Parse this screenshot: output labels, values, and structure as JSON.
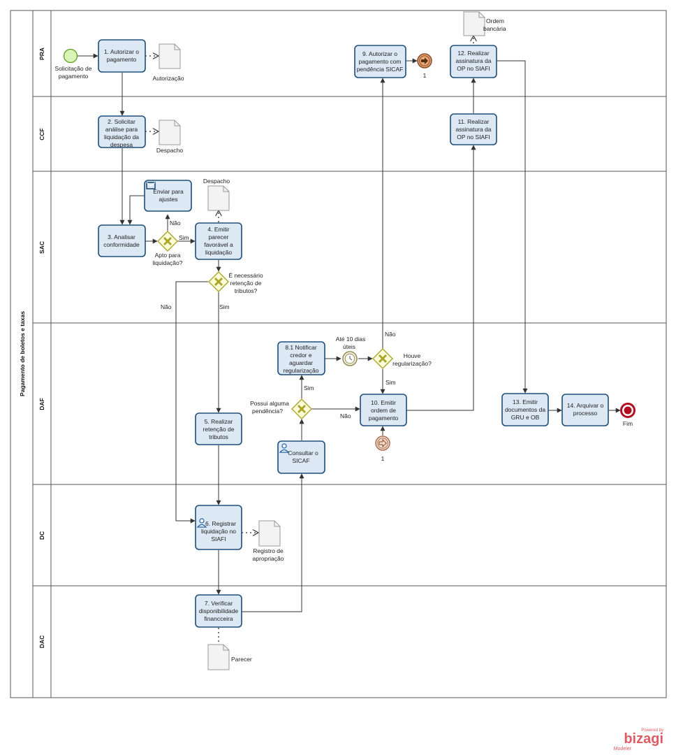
{
  "pool": {
    "label": "Pagamento de boletos e taxas"
  },
  "lanes": [
    {
      "id": "pra",
      "label": "PRA"
    },
    {
      "id": "ccf",
      "label": "CCF"
    },
    {
      "id": "sac",
      "label": "SAC"
    },
    {
      "id": "daf",
      "label": "DAF"
    },
    {
      "id": "dc",
      "label": "DC"
    },
    {
      "id": "dac",
      "label": "DAC"
    }
  ],
  "start_event": {
    "label": [
      "Solicitação de",
      "pagamento"
    ]
  },
  "end_event": {
    "label": "Fim"
  },
  "tasks": {
    "t1": [
      "1. Autorizar o",
      "pagamento"
    ],
    "t2": [
      "2. Solicitar",
      "análise para",
      "liquidação da",
      "despesa"
    ],
    "t3": [
      "3. Analisar",
      "conformidade"
    ],
    "t_enviar": [
      "Enviar para",
      "ajustes"
    ],
    "t4": [
      "4. Emitir",
      "parecer",
      "favorável a",
      "liquidação"
    ],
    "t5": [
      "5. Realizar",
      "retenção de",
      "tributos"
    ],
    "t6": [
      "6. Registrar",
      "liquidação no",
      "SIAFI"
    ],
    "t7": [
      "7. Verificar",
      "disponibilidade",
      "financceira"
    ],
    "t_consultar": [
      "Consultar o",
      "SICAF"
    ],
    "t81": [
      "8.1 Notificar",
      "credor e",
      "aguardar",
      "regularização"
    ],
    "t9": [
      "9. Autorizar o",
      "pagamento com",
      "pendência SICAF"
    ],
    "t10": [
      "10. Emitir",
      "ordem de",
      "pagamento"
    ],
    "t11": [
      "11. Realizar",
      "assinatura da",
      "OP no SIAFI"
    ],
    "t12": [
      "12. Realizar",
      "assinatura da",
      "OP no SIAFI"
    ],
    "t13": [
      "13.  Emitir",
      "documentos da",
      "GRU e OB"
    ],
    "t14": [
      "14. Arquivar o",
      "processo"
    ]
  },
  "documents": {
    "autorizacao": "Autorização",
    "despacho_ccf": "Despacho",
    "despacho_sac": "Despacho",
    "registro": [
      "Registro de",
      "apropriação"
    ],
    "parecer": "Parecer",
    "ordem": [
      "Ordem",
      "bancária"
    ]
  },
  "gateways": {
    "g1": [
      "Apto para",
      "liquidação?"
    ],
    "g2": [
      "É necessário",
      "retenção de",
      "tributos?"
    ],
    "g3": [
      "Possui alguma",
      "pendência?"
    ],
    "g4": [
      "Houve",
      "regularização?"
    ]
  },
  "timer": {
    "label": [
      "Até 10 dias",
      "úteis"
    ]
  },
  "link_events": {
    "throw_label": "1",
    "catch_label": "1"
  },
  "flow_labels": {
    "g1_nao": "Não",
    "g1_sim": "Sim",
    "g2_nao": "Não",
    "g2_sim": "Sim",
    "g3_sim": "Sim",
    "g3_nao": "Não",
    "g4_nao": "Não",
    "g4_sim": "Sim"
  },
  "branding": {
    "powered": "Powered by",
    "name": "bizagi",
    "product": "Modeler"
  },
  "colors": {
    "task_fill": "#dce8f4",
    "task_stroke": "#1f4e79",
    "gateway_fill": "#fdfcd8",
    "gateway_stroke": "#a9a62a",
    "start_fill": "#d9f5b8",
    "start_stroke": "#5a9e1a",
    "end_stroke": "#b10f22",
    "link_fill": "#e8a77a",
    "brand": "#e05a63"
  },
  "icons": {
    "envelope": "envelope-icon",
    "user": "user-icon",
    "timer": "clock-icon",
    "link": "arrow-right-icon"
  }
}
